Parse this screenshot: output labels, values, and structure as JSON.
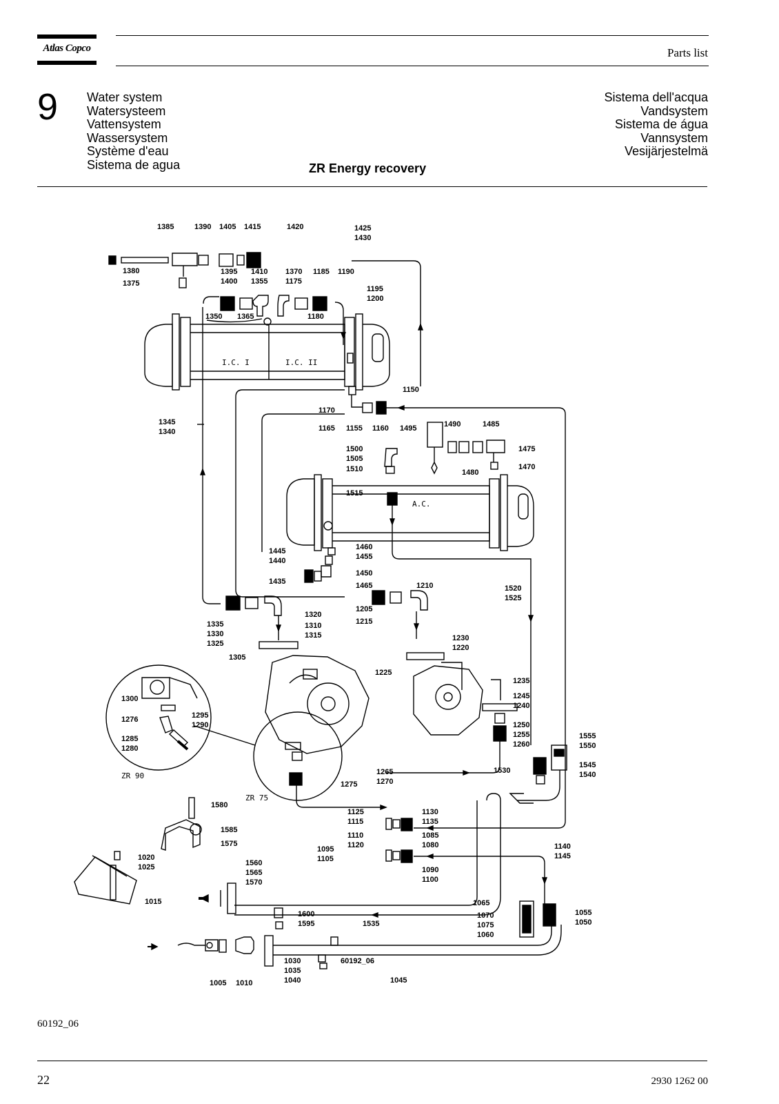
{
  "header": {
    "logo_text": "Atlas Copco",
    "section_title": "Parts list"
  },
  "chapter": {
    "number": "9",
    "titles_left": [
      "Water system",
      "Watersysteem",
      "Vattensystem",
      "Wassersystem",
      "Système d'eau",
      "Sistema de agua"
    ],
    "titles_right": [
      "Sistema dell'acqua",
      "Vandsystem",
      "Sistema de água",
      "Vannsystem",
      "Vesijärjestelmä"
    ],
    "subtitle": "ZR Energy recovery"
  },
  "diagram": {
    "labels": [
      "1385",
      "1390",
      "1405",
      "1415",
      "1420",
      "1425",
      "1430",
      "1380",
      "1375",
      "1395",
      "1400",
      "1410",
      "1355",
      "1370",
      "1175",
      "1185",
      "1190",
      "1195",
      "1200",
      "1350",
      "1365",
      "1180",
      "I.C. I",
      "I.C. II",
      "1150",
      "1170",
      "1165",
      "1155",
      "1160",
      "1495",
      "1490",
      "1485",
      "1345",
      "1340",
      "1500",
      "1505",
      "1510",
      "1475",
      "1470",
      "1480",
      "1515",
      "A.C.",
      "1460",
      "1455",
      "1445",
      "1440",
      "1450",
      "1435",
      "1465",
      "1210",
      "1520",
      "1525",
      "1205",
      "1215",
      "1320",
      "1335",
      "1330",
      "1325",
      "1310",
      "1315",
      "1305",
      "1230",
      "1220",
      "1225",
      "1235",
      "1245",
      "1240",
      "1300",
      "1276",
      "1295",
      "1290",
      "1285",
      "1280",
      "ZR 90",
      "1250",
      "1255",
      "1260",
      "1555",
      "1550",
      "1545",
      "1540",
      "1530",
      "1265",
      "1270",
      "1275",
      "ZR 75",
      "1580",
      "1125",
      "1115",
      "1130",
      "1135",
      "1110",
      "1120",
      "1085",
      "1080",
      "1585",
      "1575",
      "1095",
      "1105",
      "1090",
      "1100",
      "1140",
      "1145",
      "1020",
      "1025",
      "1560",
      "1565",
      "1570",
      "1015",
      "1065",
      "1070",
      "1075",
      "1060",
      "1055",
      "1050",
      "1600",
      "1595",
      "1535",
      "1030",
      "1035",
      "1040",
      "1005",
      "1010",
      "1045",
      "60192_06"
    ],
    "corner_ref": "60192_06"
  },
  "footer": {
    "figure_ref": "60192_06",
    "page_number": "22",
    "doc_number": "2930 1262 00"
  }
}
